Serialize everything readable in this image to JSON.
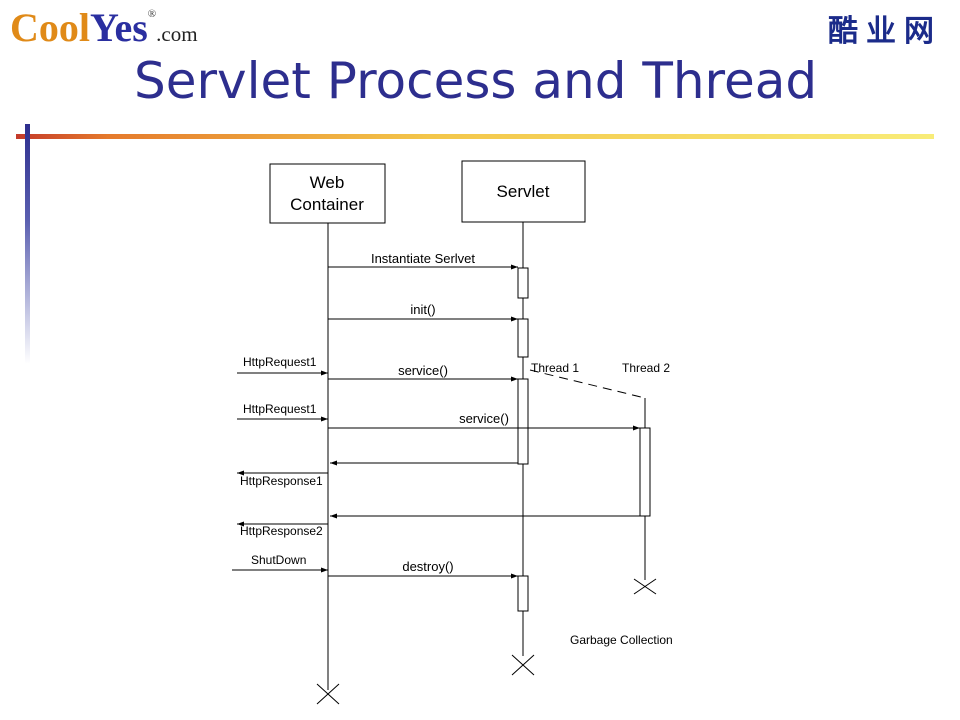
{
  "logo": {
    "part1": "Cool",
    "part2": "Yes",
    "registered": "®",
    "domain": ".com"
  },
  "logo_cn": "酷业网",
  "title": "Servlet Process and Thread",
  "diagram": {
    "participants": {
      "web_container_line1": "Web",
      "web_container_line2": "Container",
      "servlet": "Servlet"
    },
    "threads": {
      "thread1": "Thread 1",
      "thread2": "Thread 2"
    },
    "messages": {
      "instantiate": "Instantiate Serlvet",
      "init": "init()",
      "service1": "service()",
      "service2": "service()",
      "destroy": "destroy()"
    },
    "external": {
      "request1a": "HttpRequest1",
      "request1b": "HttpRequest1",
      "response1": "HttpResponse1",
      "response2": "HttpResponse2",
      "shutdown": "ShutDown"
    },
    "gc": "Garbage Collection"
  },
  "colors": {
    "title": "#2d2e8e",
    "logo_orange": "#e08a18",
    "logo_blue": "#2a2fa0",
    "cn_logo": "#1b2b8a"
  }
}
